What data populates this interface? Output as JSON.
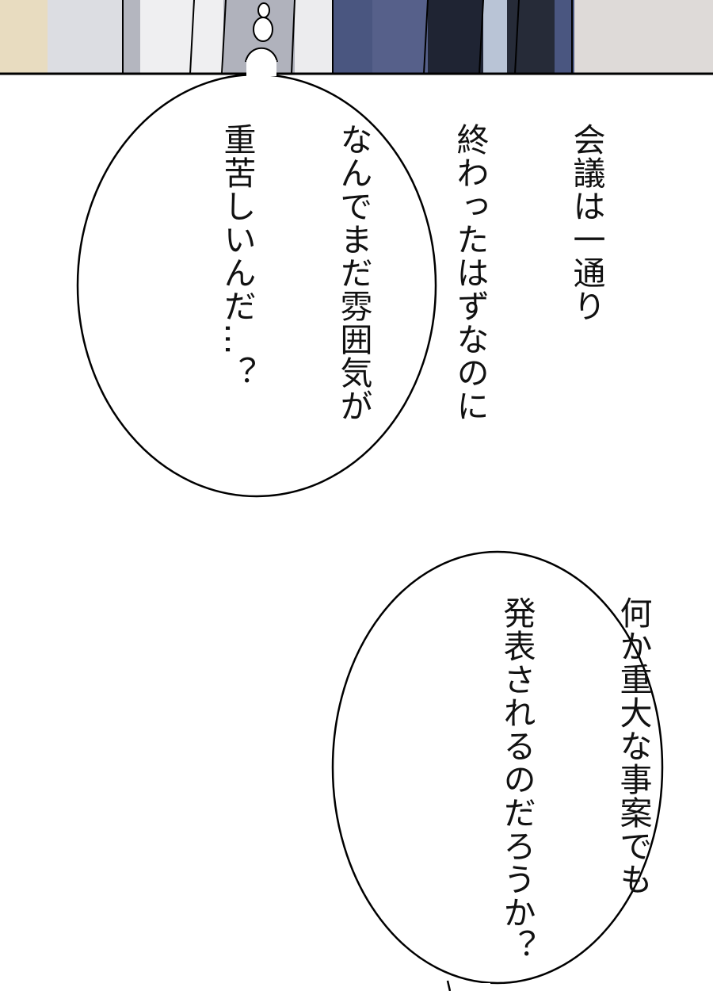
{
  "bubbles": [
    {
      "lines": [
        "会議は一通り",
        "終わったはずなのに",
        "なんでまだ雰囲気が",
        "重苦しいんだ…？"
      ]
    },
    {
      "lines": [
        "何か重大な事案でも",
        "発表されるのだろうか？"
      ]
    }
  ],
  "colors": {
    "suit": "#4a5680",
    "suit_dark": "#1f2433",
    "background_blur": "#e6e6e8"
  }
}
